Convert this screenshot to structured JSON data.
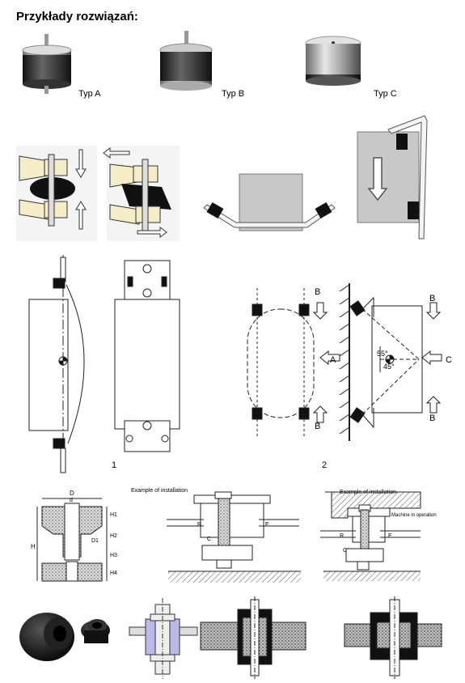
{
  "header": {
    "title": "Przykłady rozwiązań:"
  },
  "types": [
    {
      "label": "Typ A"
    },
    {
      "label": "Typ B"
    },
    {
      "label": "Typ C"
    }
  ],
  "figure2": {
    "labels": {
      "b_top_left": "B",
      "b_bottom_left": "B",
      "a": "A",
      "b_top_right": "B",
      "b_bottom_right": "B",
      "c": "C",
      "angle1": "55°",
      "angle2": "45°"
    }
  },
  "figure_numbers": {
    "one": "1",
    "two": "2"
  },
  "installation": {
    "dims": {
      "D": "D",
      "d": "d",
      "D1": "D1",
      "H": "H",
      "H1": "H1",
      "H2": "H2",
      "H3": "H3",
      "H4": "H4"
    },
    "example1": {
      "caption": "Example of installation",
      "R": "R",
      "C": "C",
      "E": "E"
    },
    "example2": {
      "caption": "Example of installation",
      "machine": "Machine in operation",
      "R": "R",
      "C": "C",
      "E": "E"
    }
  }
}
